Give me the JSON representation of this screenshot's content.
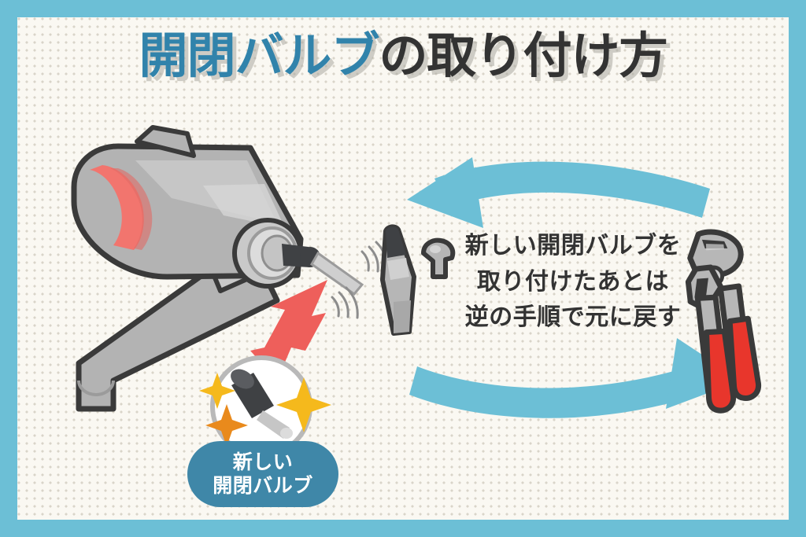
{
  "poster": {
    "frame_color": "#6cbfd6",
    "paper_color": "#faf8f2",
    "dot_color": "#d9d5c9"
  },
  "title": {
    "highlight_text": "開閉バルブ",
    "rest_text": "の取り付け方",
    "highlight_color": "#3183ab",
    "rest_color": "#333333",
    "shadow_color": "#aaa8a0"
  },
  "body_text": {
    "color": "#333333",
    "lines": [
      "新しい開閉バルブを",
      "取り付けたあとは",
      "逆の手順で元に戻す"
    ]
  },
  "badge": {
    "background": "#3f87a8",
    "text_color": "#ffffff",
    "lines": [
      "新しい",
      "開閉バルブ"
    ]
  },
  "illustration": {
    "faucet": {
      "name": "faucet-body",
      "body_color": "#b3b3b3",
      "highlight_color": "#cccccc",
      "shade_color": "#a0a0a0",
      "outline_color": "#3a3a3a",
      "ring_color": "#f2756e",
      "ring_shade_color": "#e06b66"
    },
    "valve_cartridge": {
      "name": "valve-cartridge",
      "tip_color": "#3f4144",
      "shaft_color": "#b6b6b6",
      "outline_color": "#3a3a3a"
    },
    "valve_cap": {
      "name": "valve-cap",
      "color": "#b6b6b6",
      "outline_color": "#3a3a3a"
    },
    "new_valve": {
      "name": "new-valve-part",
      "head_color": "#3f4144",
      "shaft_color": "#b6b6b6",
      "circle_outline": "#b9b9b9",
      "circle_fill": "#ffffff"
    },
    "sparkles": {
      "name": "sparkle",
      "colors": [
        "#f5b91c",
        "#e98a1c",
        "#f5b91c"
      ],
      "count": 3
    },
    "pliers": {
      "name": "pliers-tool",
      "metal_color": "#b7b7b7",
      "metal_light": "#d3d3d3",
      "handle_color": "#e8362c",
      "outline_color": "#3a3a3a"
    },
    "red_arrow": {
      "name": "red-double-arrow",
      "color": "#ee5f5b",
      "direction": "double"
    },
    "blue_arrows": [
      {
        "name": "curved-arrow-top",
        "color": "#6cbfd6",
        "direction": "left"
      },
      {
        "name": "curved-arrow-bottom",
        "color": "#6cbfd6",
        "direction": "right"
      }
    ],
    "motion_lines": {
      "name": "motion-lines",
      "color": "#8c8c8c",
      "count": 2
    }
  }
}
